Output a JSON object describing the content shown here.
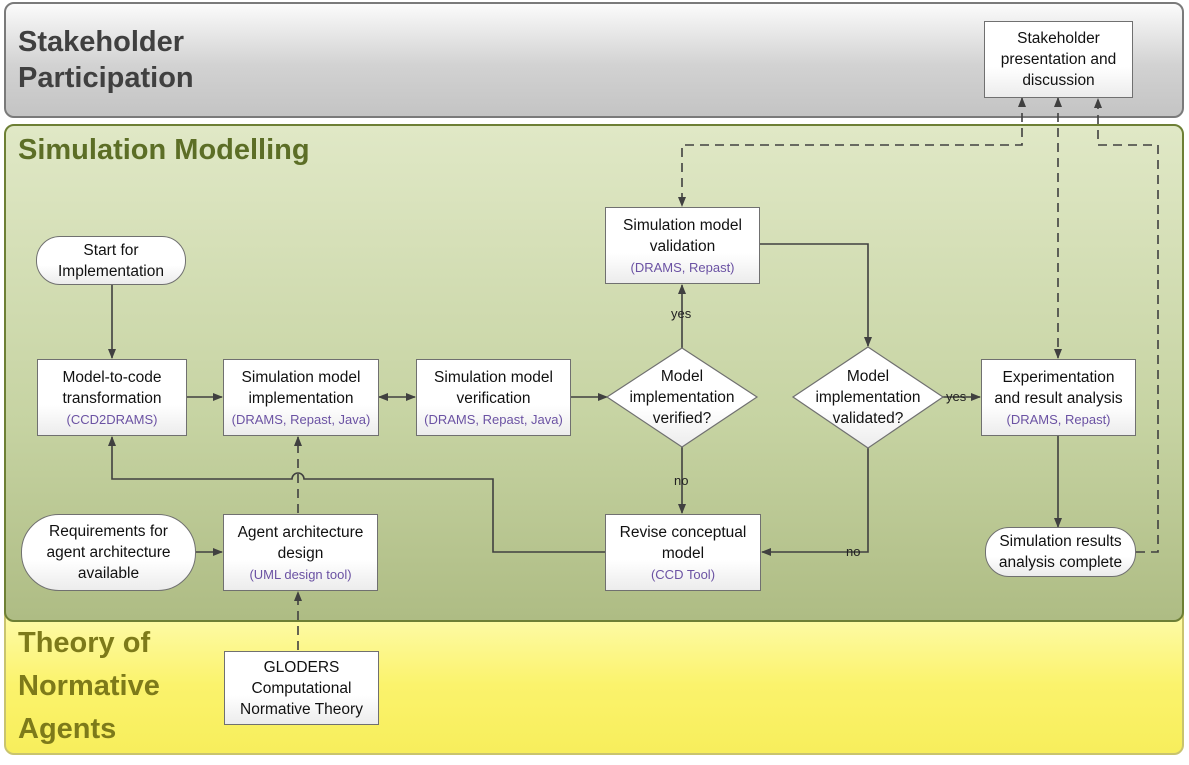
{
  "lanes": {
    "stakeholder": [
      "Stakeholder",
      "Participation"
    ],
    "simulation": "Simulation Modelling",
    "theory": [
      "Theory of",
      "Normative",
      "Agents"
    ]
  },
  "nodes": {
    "start": [
      "Start for",
      "Implementation"
    ],
    "m2c": {
      "lines": [
        "Model-to-code",
        "transformation"
      ],
      "tool": "(CCD2DRAMS)"
    },
    "impl": {
      "lines": [
        "Simulation model",
        "implementation"
      ],
      "tool": "(DRAMS, Repast, Java)"
    },
    "verif": {
      "lines": [
        "Simulation model",
        "verification"
      ],
      "tool": "(DRAMS, Repast, Java)"
    },
    "diamond_verified": [
      "Model",
      "implementation",
      "verified?"
    ],
    "validation": {
      "lines": [
        "Simulation model",
        "validation"
      ],
      "tool": "(DRAMS, Repast)"
    },
    "diamond_validated": [
      "Model",
      "implementation",
      "validated?"
    ],
    "experiment": {
      "lines": [
        "Experimentation",
        "and result analysis"
      ],
      "tool": "(DRAMS, Repast)"
    },
    "stake_pres": [
      "Stakeholder",
      "presentation and",
      "discussion"
    ],
    "req": [
      "Requirements for",
      "agent architecture",
      "available"
    ],
    "agent_arch": {
      "lines": [
        "Agent architecture",
        "design"
      ],
      "tool": "(UML design tool)"
    },
    "revise": {
      "lines": [
        "Revise conceptual",
        "model"
      ],
      "tool": "(CCD Tool)"
    },
    "sim_complete": [
      "Simulation results",
      "analysis complete"
    ],
    "gloders": [
      "GLODERS",
      "Computational",
      "Normative Theory"
    ]
  },
  "edge_labels": {
    "yes_up": "yes",
    "no_down": "no",
    "yes_right": "yes",
    "no_left": "no"
  }
}
